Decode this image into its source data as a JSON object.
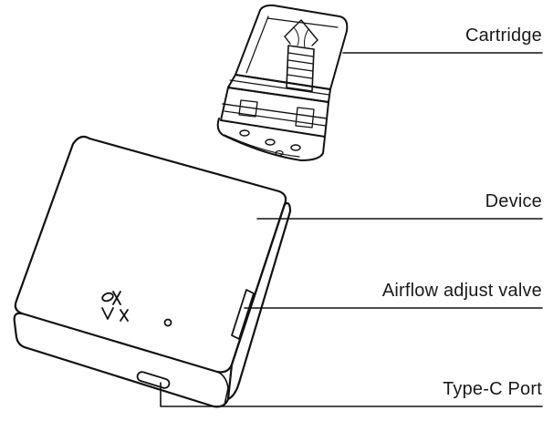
{
  "callouts": {
    "cartridge": "Cartridge",
    "device": "Device",
    "airflow": "Airflow adjust valve",
    "port": "Type-C Port"
  },
  "logo_text": "OXVA",
  "colors": {
    "line": "#111111",
    "background": "#ffffff"
  }
}
